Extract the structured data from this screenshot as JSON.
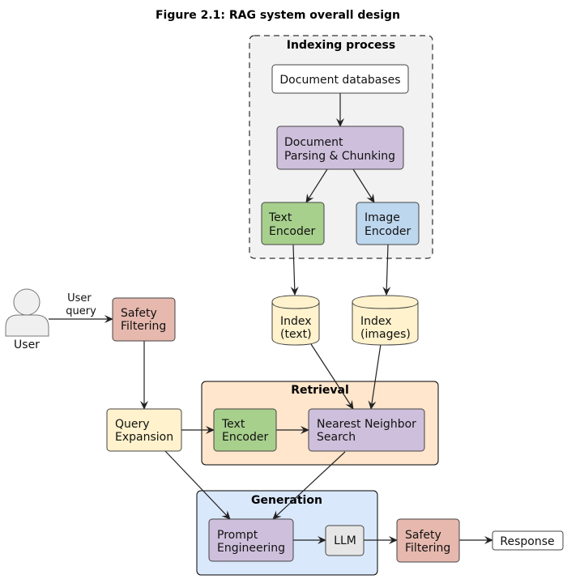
{
  "title": "Figure 2.1: RAG system overall design",
  "colors": {
    "indexing_bg": "#f2f2f2",
    "retrieval_bg": "#ffe6cc",
    "generation_bg": "#dae8fc",
    "purple": "#cec0dc",
    "green": "#a8d08d",
    "blue": "#bdd7ee",
    "yellow": "#fff2cc",
    "red": "#e6b8ae",
    "gray": "#e6e6e6",
    "white": "#ffffff"
  },
  "clusters": {
    "indexing": "Indexing process",
    "retrieval": "Retrieval",
    "generation": "Generation"
  },
  "nodes": {
    "document_databases": [
      "Document databases"
    ],
    "doc_parsing": [
      "Document",
      "Parsing & Chunking"
    ],
    "text_encoder_idx": [
      "Text",
      "Encoder"
    ],
    "image_encoder": [
      "Image",
      "Encoder"
    ],
    "index_text": [
      "Index",
      "(text)"
    ],
    "index_images": [
      "Index",
      "(images)"
    ],
    "user": "User",
    "safety_in": [
      "Safety",
      "Filtering"
    ],
    "query_expansion": [
      "Query",
      "Expansion"
    ],
    "text_encoder_ret": [
      "Text",
      "Encoder"
    ],
    "nn_search": [
      "Nearest Neighbor",
      "Search"
    ],
    "prompt_eng": [
      "Prompt",
      "Engineering"
    ],
    "llm": [
      "LLM"
    ],
    "safety_out": [
      "Safety",
      "Filtering"
    ],
    "response": [
      "Response"
    ]
  },
  "edge_labels": {
    "user_query": [
      "User",
      "query"
    ]
  }
}
